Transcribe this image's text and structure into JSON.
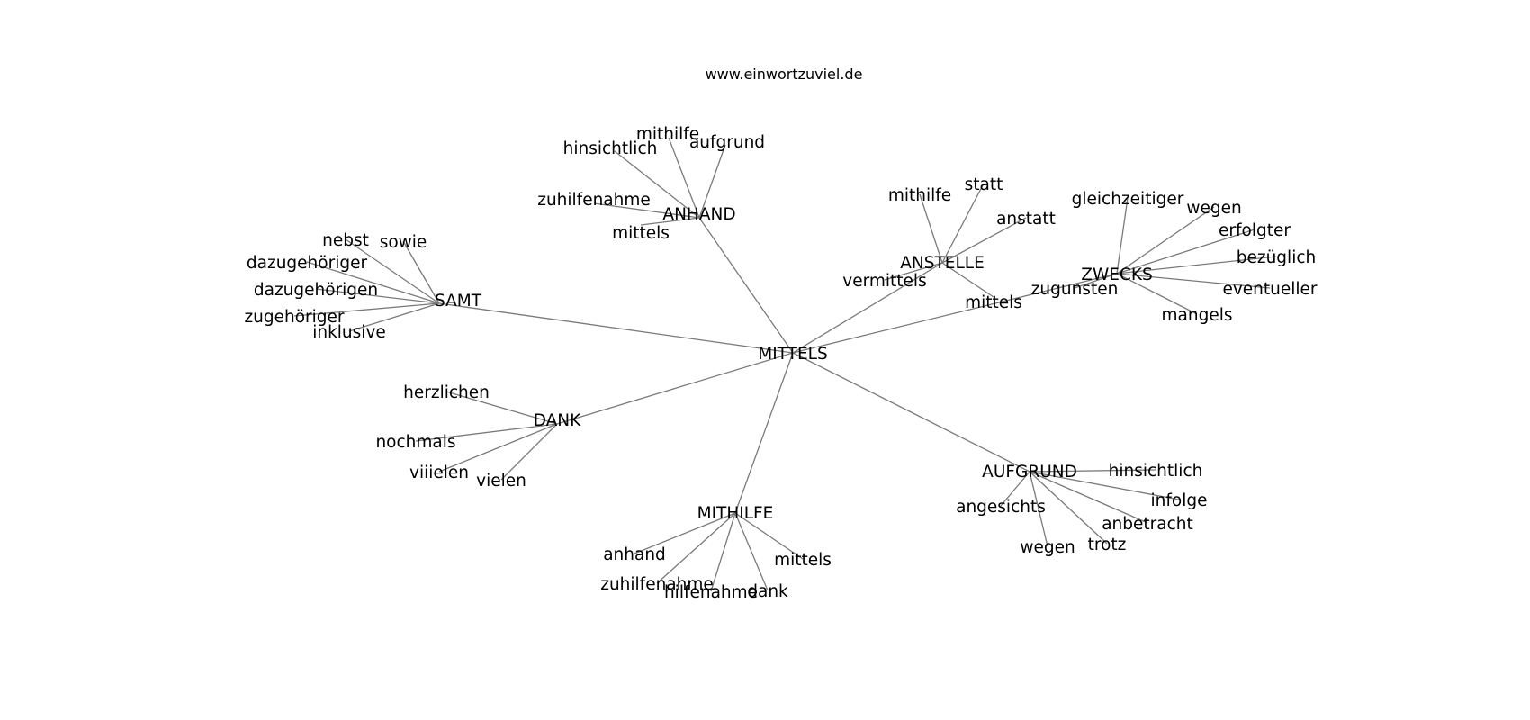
{
  "header": {
    "title": "www.einwortzuviel.de"
  },
  "center": {
    "id": "mittels_root",
    "label": "MITTELS"
  },
  "hubs": [
    {
      "id": "anhand",
      "label": "ANHAND",
      "children": [
        {
          "id": "anhand_hinsichtlich",
          "label": "hinsichtlich"
        },
        {
          "id": "anhand_mithilfe",
          "label": "mithilfe"
        },
        {
          "id": "anhand_aufgrund",
          "label": "aufgrund"
        },
        {
          "id": "anhand_zuhilfenahme",
          "label": "zuhilfenahme"
        },
        {
          "id": "anhand_mittels",
          "label": "mittels"
        }
      ]
    },
    {
      "id": "samt",
      "label": "SAMT",
      "children": [
        {
          "id": "samt_nebst",
          "label": "nebst"
        },
        {
          "id": "samt_sowie",
          "label": "sowie"
        },
        {
          "id": "samt_dazugehoeriger",
          "label": "dazugehöriger"
        },
        {
          "id": "samt_dazugehoerigen",
          "label": "dazugehörigen"
        },
        {
          "id": "samt_zugehoeriger",
          "label": "zugehöriger"
        },
        {
          "id": "samt_inklusive",
          "label": "inklusive"
        }
      ]
    },
    {
      "id": "anstelle",
      "label": "ANSTELLE",
      "children": [
        {
          "id": "anstelle_mithilfe",
          "label": "mithilfe"
        },
        {
          "id": "anstelle_statt",
          "label": "statt"
        },
        {
          "id": "anstelle_anstatt",
          "label": "anstatt"
        },
        {
          "id": "anstelle_vermittels",
          "label": "vermittels"
        },
        {
          "id": "anstelle_mittels",
          "label": "mittels"
        }
      ]
    },
    {
      "id": "zwecks",
      "label": "ZWECKS",
      "children": [
        {
          "id": "zwecks_gleichzeitiger",
          "label": "gleichzeitiger"
        },
        {
          "id": "zwecks_wegen",
          "label": "wegen"
        },
        {
          "id": "zwecks_erfolgter",
          "label": "erfolgter"
        },
        {
          "id": "zwecks_bezueglich",
          "label": "bezüglich"
        },
        {
          "id": "zwecks_eventueller",
          "label": "eventueller"
        },
        {
          "id": "zwecks_mangels",
          "label": "mangels"
        },
        {
          "id": "zwecks_zugunsten",
          "label": "zugunsten"
        }
      ]
    },
    {
      "id": "dank",
      "label": "DANK",
      "children": [
        {
          "id": "dank_herzlichen",
          "label": "herzlichen"
        },
        {
          "id": "dank_nochmals",
          "label": "nochmals"
        },
        {
          "id": "dank_viiielen",
          "label": "viiielen"
        },
        {
          "id": "dank_vielen",
          "label": "vielen"
        }
      ]
    },
    {
      "id": "mithilfe",
      "label": "MITHILFE",
      "children": [
        {
          "id": "mithilfe_anhand",
          "label": "anhand"
        },
        {
          "id": "mithilfe_zuhilfenahme",
          "label": "zuhilfenahme"
        },
        {
          "id": "mithilfe_hilfenahme",
          "label": "hilfenahme"
        },
        {
          "id": "mithilfe_dank",
          "label": "dank"
        },
        {
          "id": "mithilfe_mittels",
          "label": "mittels"
        }
      ]
    },
    {
      "id": "aufgrund",
      "label": "AUFGRUND",
      "children": [
        {
          "id": "aufgrund_hinsichtlich",
          "label": "hinsichtlich"
        },
        {
          "id": "aufgrund_infolge",
          "label": "infolge"
        },
        {
          "id": "aufgrund_anbetracht",
          "label": "anbetracht"
        },
        {
          "id": "aufgrund_angesichts",
          "label": "angesichts"
        },
        {
          "id": "aufgrund_wegen",
          "label": "wegen"
        },
        {
          "id": "aufgrund_trotz",
          "label": "trotz"
        }
      ]
    }
  ]
}
